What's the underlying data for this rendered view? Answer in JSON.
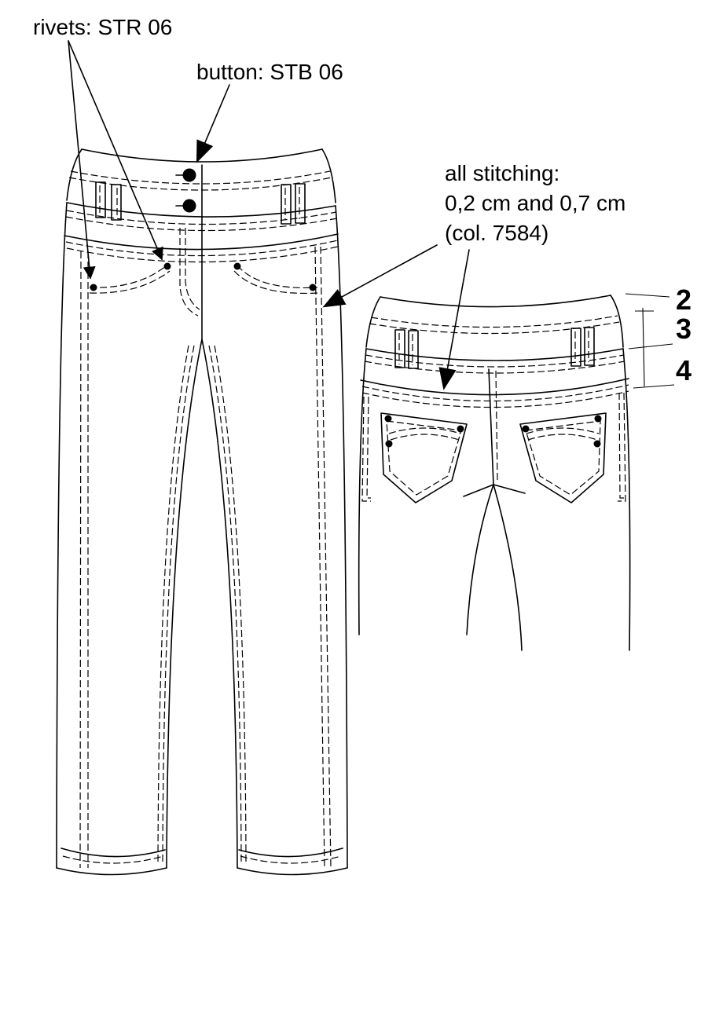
{
  "labels": {
    "rivets": "rivets: STR 06",
    "button": "button: STB 06",
    "stitching_line1": "all stitching:",
    "stitching_line2": "0,2 cm and 0,7 cm",
    "stitching_line3": "(col. 7584)"
  },
  "measurements": [
    "2",
    "3",
    "4"
  ],
  "colors": {
    "ink": "#000000",
    "paper": "#ffffff"
  }
}
